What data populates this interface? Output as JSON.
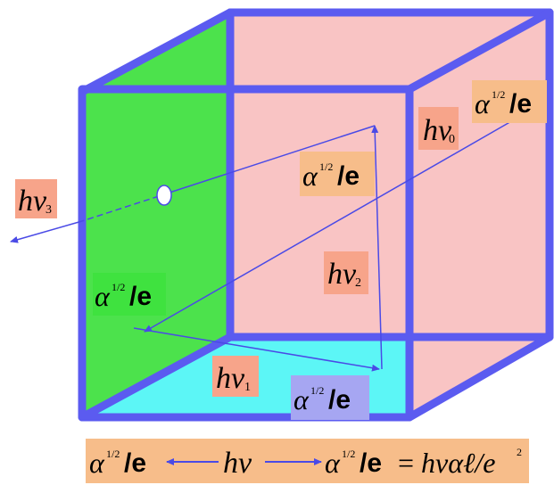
{
  "colors": {
    "frame": "#5b5bf0",
    "back_face": "#f9c4c4",
    "left_face": "#4ce24c",
    "bottom_face": "#5cf6f6",
    "ray": "#4a4ae6",
    "hv_label_bg": "#f7a48a",
    "orange_label_bg": "#f7bd8a",
    "green_label_bg": "#3fe23f",
    "blue_label_bg": "#a6a6f2",
    "formula_bg": "#f7bd8a"
  },
  "labels": {
    "hv0": {
      "base": "hν",
      "sub": "0"
    },
    "hv1": {
      "base": "hν",
      "sub": "1"
    },
    "hv2": {
      "base": "hν",
      "sub": "2"
    },
    "hv3": {
      "base": "hν",
      "sub": "3"
    },
    "alpha_e_top_right": {
      "alpha": "α",
      "exp": "1/2",
      "rest": "/e"
    },
    "alpha_e_center": {
      "alpha": "α",
      "exp": "1/2",
      "rest": "/e"
    },
    "alpha_e_left": {
      "alpha": "α",
      "exp": "1/2",
      "rest": "/e"
    },
    "alpha_e_bottom": {
      "alpha": "α",
      "exp": "1/2",
      "rest": "/e"
    }
  },
  "formula": {
    "left_term": {
      "alpha": "α",
      "exp": "1/2",
      "rest": "/e"
    },
    "middle": "hν",
    "right_term": {
      "alpha": "α",
      "exp": "1/2",
      "rest": "/e"
    },
    "equals": "=",
    "result": "hναℓ/e",
    "result_exp": "2"
  }
}
